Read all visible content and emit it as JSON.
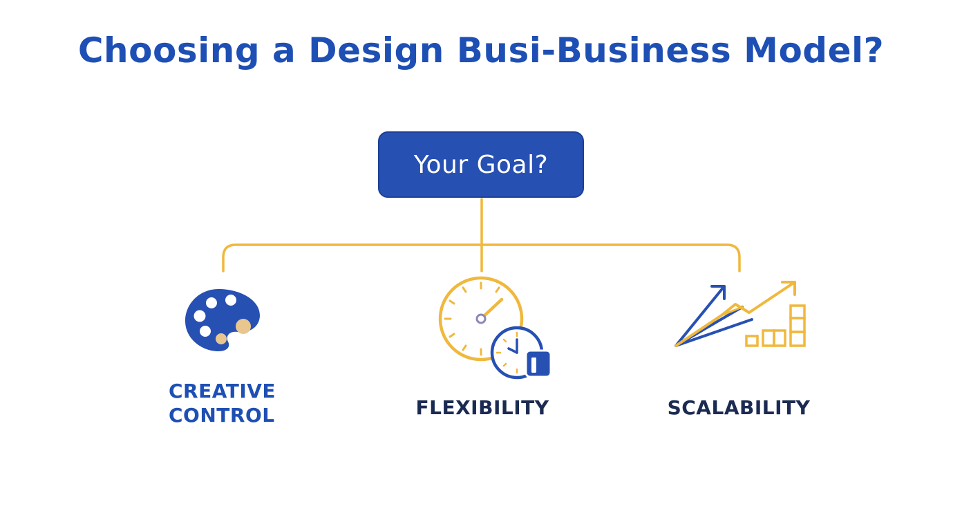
{
  "title": "Choosing a Design Busi-Business Model?",
  "root": {
    "label": "Your Goal?"
  },
  "branches": [
    {
      "label_lines": [
        "CREATIVE",
        "CONTROL"
      ],
      "icon": "palette-icon"
    },
    {
      "label": "FLEXIBILITY",
      "icon": "clock-icon"
    },
    {
      "label": "SCALABILITY",
      "icon": "growth-chart-icon"
    }
  ],
  "colors": {
    "primary_blue": "#2750b3",
    "title_blue": "#1e4fb4",
    "accent_gold": "#f0b83c",
    "dark_text": "#1b2a52"
  }
}
